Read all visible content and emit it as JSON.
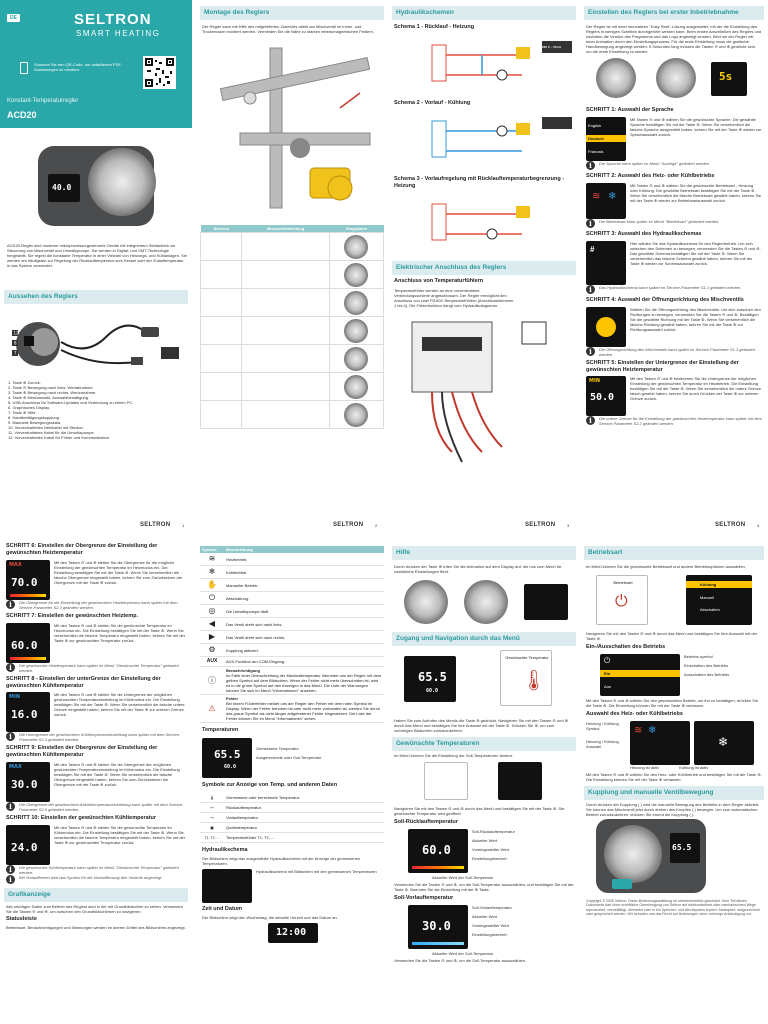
{
  "page1": {
    "lang_badge": "DE",
    "brand": "SELTRON",
    "brand_sub": "SMART HEATING",
    "qr_text": "Scannen Sie den QR-Code, um detaillierten PDF-Anweisungen zu erhalten.",
    "product_type": "Konstant-Temperaturregler",
    "product_name": "ACD20",
    "intro": "ACD20-Regler sind moderne mikroprozessorgesteuerte Geräte mit integriertem Stellantrieb zur Steuerung von Mischventil und Umwälzpumpe. Sie werden in Digital- und SMT-Technologie hergestellt. Sie regeln die konstante Temperatur in einer Vielzahl von Heizungs- und Kühlanlagen. Sie werden am häufigsten zur Regelung der Rücklauftemperatur zum Kessel oder der Zulauftemperatur in das System verwendet.",
    "device_temp": "40.0",
    "appearance_title": "Aussehen des Reglers",
    "parts": [
      "1. Taste ⊕ Zurück.",
      "2. Taste ⊖ Bewegung nach links, Wertabnahme.",
      "3. Taste ⊕ Bewegung nach rechts, Wertzunahme.",
      "4. Taste ⊛ Menüanwahl, Auswahlbestätigung.",
      "5. USB-Anschluss für Software-Updates und Verbindung zu einem PC.",
      "6. Graphisches Display.",
      "7. Taste ⊕ Hilfe.",
      "8. Handbetätigungskupplung.",
      "9. Manuelle Bewegungsskala.",
      "10. Vorverdrahtetes Netzkabel mit Stecker.",
      "11. Vorverdrahtetes Kabel für die Umwälzpumpe.",
      "12. Vorverdrahtetes Kabel für Fühler und Kommunikation."
    ],
    "mount_title": "Montage des Reglers",
    "mount_text": "Der Regler kann mit Hilfe des mitgelieferten Zubehörs direkt am Mischventil im Innen- und Trockenraum montiert werden. Vermeiden Sie die Nähe zu starken elektromagnetischen Feldern.",
    "table_headers": [
      "Schema",
      "Mischventilstellung",
      "Ringskalen"
    ],
    "hydraulic_title": "Hydraulikschemen",
    "schema1": "Schema 1 - Rücklauf - Heizung",
    "schema2": "Schema 2 - Vorlauf - Kühlung",
    "schema3": "Schema 3 - Vorlaufregelung mit Rücklauftemperaturbegrenzung - Heizung",
    "volt": "230 V ~ 50 Hz",
    "elec_title": "Elektrischer Anschluss des Reglers",
    "sensor_title": "Anschluss von Temperaturfühlern",
    "sensor_text": "Temperaturfühler werden an eine vorverdrahtete Verbindungsschiene angeschlossen. Der Regler ermöglicht den Anschluss von zwei Pt1000-Temperaturfühlern (Anschlussklemmen 1 bis 4). Die Fühlerfunktion hängt vom Hydraulikdiagramm.",
    "first_title": "Einstellen des Reglers bei erster Inbetriebnahme",
    "first_text": "Der Regler ist mit einer innovativen \"Easy Start\"-Lösung ausgestattet, mit der die Einstellung des Reglers in wenigen Schritten durchgeführt werden kann. Beim ersten Anschließen des Reglers und nachdem die Version des Programms und das Logo angezeigt wurden, führt sie der Regler mit einer Animation durch den Einstellungsprozess. Für die erste Einstellung muss die grafische Handbewegung angezeigt werden: 5 Sekunden lang müssen die Tasten ⊖ und ⊕ gedrückt sein, um die erste Einstellung zu starten.",
    "five_s": "5s",
    "step1_title": "SCHRITT 1: Auswahl der Sprache",
    "step1_text": "Mit Tasten ⊖ und ⊕ wählen Sie die gewünschte Sprache. Die gewählte Sprache bestätigen Sie mit der Taste ⊛. Wenn Sie versehentlich die falsche Sprache ausgewählt haben, kehren Sie mit der Taste ⊕ wieder zur Sprachauswahl zurück.",
    "step1_note": "Die Sprache kann später im Menü \"Anzeige\" geändert werden.",
    "languages": [
      "English",
      "Deutsch",
      "Francais"
    ],
    "step2_title": "SCHRITT 2: Auswahl des Heiz- oder Kühlbetriebs",
    "step2_text": "Mit Tasten ⊖ und ⊕ wählen Sie die gewünschte Betriebsart - Heizung oder Kühlung. Die gewählte Betriebsart bestätigen Sie mit der Taste ⊛. Wenn Sie versehentlich die falsche Betriebsart gewählt haben, kehren Sie mit der Taste ⊕ wieder zur Betriebsartauswahl zurück.",
    "step2_note": "Die Betriebsart kann später im Menü \"Betriebsart\" geändert werden.",
    "step3_title": "SCHRITT 3: Auswahl des Hydraulikschemas",
    "step3_text": "Hier wählen Sie das Hydraulikschema für den Reglerbetrieb. Um sich zwischen den Schemen zu bewegen, verwenden Sie die Tasten ⊖ und ⊕. Das gewählte Schema bestätigen Sie mit der Taste ⊛. Wenn Sie versehentlich das falsche Schema gewählt haben, kehren Sie mit der Taste ⊕ wieder zur Schemaauswahl zurück.",
    "step3_note": "Das Hydraulikschema kann später im Service-Parameter S1.1 geändert werden.",
    "step4_title": "SCHRITT 4: Auswahl der Öffnungsrichtung des Mischventils",
    "step4_text": "Wählen Sie die Öffnungsrichtung des Mischventils. Um sich zwischen den Richtungen zu bewegen, verwenden Sie die Tasten ⊖ und ⊕. Bestätigen Sie die gewählte Richtung mit der Taste ⊛. Wenn Sie versehentlich die falsche Richtung gewählt haben, kehren Sie mit der Taste ⊕ zur Richtungsauswahl zurück.",
    "step4_note": "Die Öffnungsrichtung des Mischventils kann später im Service-Parameter S1.3 geändert werden.",
    "step5_title": "SCHRITT 5: Einstellen der Untergrenze der Einstellung der gewünschten Heiztemperatur",
    "step5_text": "Mit den Tasten ⊖ und ⊕ bestimmen Sie die Untergrenze der möglichen Einstellung der gewünschten Temperatur im Heizbetrieb. Die Einstellung bestätigen Sie mit der Taste ⊛. Wenn Sie versehentlich die untere Grenze falsch gesetzt haben, kehren Sie durch Drücken der Taste ⊕ zur unteren Grenze zurück.",
    "step5_note": "Die untere Grenze für die Einstellung der gewünschten Heiztemperatur kann später mit dem Service-Parameter S2.2 geändert werden.",
    "min_label": "MIN",
    "step5_val": "50.0"
  },
  "page2": {
    "step6_title": "SCHRITT 6: Einstellen der Obergrenze der Einstellung der gewünschten Heiztemperatur",
    "step6_text": "Mit den Tasten ⊖ und ⊕ stellen Sie die Obergrenze für die mögliche Einstellung der gewünschten Temperatur im Heizmodus ein. Die Einstellung bestätigen Sie mit der Taste ⊛. Wenn Sie versehentlich die falsche Obergrenze eingestellt haben, kehren Sie zum Zurücksetzen der Obergrenze mit der Taste ⊕ zurück.",
    "step6_note": "Die Obergrenze für die Einstellung der gewünschten Heiztemperatur kann später mit dem Service-Parameter S2.3 geändert werden.",
    "max_label": "MAX",
    "step6_val": "70.0",
    "step7_title": "SCHRITT 7: Einstellen der gewünschten Heiztemp.",
    "step7_text": "Mit den Tasten ⊖ und ⊕ stellen Sie die gewünschte Temperatur im Heizmodus ein. Die Einstellung bestätigen Sie mit der Taste ⊛. Wenn Sie versehentlich die falsche Temperatur eingestellt haben, kehren Sie mit der Taste ⊕ zur gewünschten Temperatur zurück.",
    "step7_note": "Die gewünschte Heiztemperatur kann später im Menü \"Gewünschte Temperatur\" geändert werden.",
    "step7_val": "60.0",
    "step8_title": "SCHRITT 8 - Einstellen der unterGrenze der Einstellung der gewünschten Kühltemperatur",
    "step8_text": "Mit den Tasten ⊖ und ⊕ stellen Sie die Untergrenze der möglichen gewünschten Temperatureinstellung im Kühlmodus ein. Die Einstellung bestätigen Sie mit der Taste ⊛. Wenn Sie versehentlich die falsche untere Grenze eingestellt haben, kehren Sie mit der Taste ⊕ zur unteren Grenze zurück.",
    "step8_note": "Die Untergrenze der gewünschten Kühltemperatureinstellung kann später mit dem Service-Parameter S2.4 geändert werden.",
    "step8_val": "16.0",
    "step9_title": "SCHRITT 9: Einstellen der Obergrenze der Einstellung der gewünschten Kühltemperatur",
    "step9_text": "Mit den Tasten ⊖ und ⊕ stellen Sie die Obergrenze der möglichen gewünschten Temperatureinstellung im Kühlmodus ein. Die Einstellung bestätigen Sie mit der Taste ⊛. Wenn Sie versehentlich die falsche Obergrenze eingestellt haben, kehren Sie zum Zurücksetzen der Obergrenze mit der Taste ⊕ zurück.",
    "step9_note": "Die Obergrenze der gewünschten Abkühltemperatureinstellung kann später mit dem Service-Parameter S2.5 geändert werden.",
    "step9_val": "30.0",
    "step10_title": "SCHRITT 10: Einstellen der gewünschten Kühltemperatur",
    "step10_text": "Mit den Tasten ⊖ und ⊕ stellen Sie die gewünschte Temperatur im Kühlmodus ein. Die Einstellung bestätigen Sie mit der Taste ⊛. Wenn Sie versehentlich die falsche Temperatur eingestellt haben, kehren Sie mit der Taste ⊕ zur gewünschten Temperatur zurück.",
    "step10_note": "Die gewünschte Kühltemperatur kann später im Menü \"Gewünschte Temperatur\" geändert werden.",
    "step10_val": "24.0",
    "final_note": "Bei Vorlauffernen wird das Symbol für die Vorlauffernung des Vorlaufs angezeigt.",
    "graphic_title": "Grafikanzeige",
    "graphic_text": "Alle wichtigen Daten zum Betrieb des Reglers sind in der mit Grundbildschirm zu sehen. Verwenden Sie die Tasten ⊖ und ⊕, um zwischen den Grundbildschirmen zu navigieren.",
    "status_title": "Statusleiste",
    "status_text": "Betriebsart, Benachrichtigungen und Warnungen werden im oberen Drittel des Bildschirms angezeigt.",
    "sym_headers": [
      "Symbol",
      "Beschreibung"
    ],
    "symbols": [
      {
        "icon": "≋",
        "text": "Heizbetrieb."
      },
      {
        "icon": "❄",
        "text": "Kühlbetrieb."
      },
      {
        "icon": "✋",
        "text": "Manueller Betrieb."
      },
      {
        "icon": "⏻",
        "text": "Abschaltung."
      },
      {
        "icon": "◎",
        "text": "Die Umwälzpumpe läuft."
      },
      {
        "icon": "◀",
        "text": "Das Ventil dreht sich nach links."
      },
      {
        "icon": "▶",
        "text": "Das Ventil dreht sich nach rechts."
      },
      {
        "icon": "⚙",
        "text": "Kupplung aktiviert."
      },
      {
        "icon": "AUX",
        "text": "AUX-Funktion am COM-Eingang."
      }
    ],
    "notif_title": "Benachrichtigung",
    "notif_text": "Im Falle einer Überschreitung der Maximaltemperatur informiert uns der Regler mit dem gelben Symbol auf dem Bildschirm. Wenn der Fehler nicht mehr überschritten ist, wird es in die grüne Symbol auf den Anzeigen in das Menü. Die Liste der Warnungen können Sie sich im Menü \"Informationen\" ansehen.",
    "error_title": "Fehler",
    "error_text": "Bei einem Fühlerfehler meldet uns der Regler den Fehler mit dem roten Symbol im Display. Wenn der Fehler behoben ist oder nicht mehr vorhanden ist, werden Sie durch das graue Symbol als nicht länger aufgetretener Fehler hingewiesen. Die Liste der Fehler können Sie im Menü \"Informationen\" sehen.",
    "temps_title": "Temperaturen",
    "temps_val": "65.5",
    "temps_val2": "60.0",
    "temps_labels": [
      "Gemessene Temperatur",
      "Ausgerechnete oder Soll-Temperatur"
    ],
    "sym_temp_title": "Symbole zur Anzeige von Temp. und anderen Daten",
    "sym_temp": [
      {
        "icon": "🌡",
        "text": "Gemessene oder berechnete Temperatur."
      },
      {
        "icon": "↩",
        "text": "Rücklauftemperatur."
      },
      {
        "icon": "↪",
        "text": "Vorlauftemperatur."
      },
      {
        "icon": "▣",
        "text": "Quelletemperatur."
      },
      {
        "icon": "T1, T2, ...",
        "text": "Temperaturfühler T1, T2, ..."
      }
    ],
    "hydr_title": "Hydraulikschema",
    "hydr_text": "Der Bildschirm zeigt das ausgewählte Hydraulikschema mit der Anzeige der gemessenen Temperaturen.",
    "hydr_labels": [
      "Hydraulikschema mit Bildschirm mit den gemessenen Temperaturen"
    ],
    "zeit_title": "Zeit und Datum",
    "zeit_text": "Der Bildschirm zeigt den Wochentag, die aktuelle Uhrzeit und das Datum an.",
    "zeit_val": "12:00"
  },
  "page3": {
    "help_title": "Hilfe",
    "help_text": "Durch drücken der Taste ⊕ rufen Sie die Animation auf dem Display auf, die uns zum Menü für zusätzliche Einstellungen führt.",
    "nav_title": "Zugang und Navigation durch das Menü",
    "menu_label": "Gewünschte Temperatur",
    "nav_val": "65.5",
    "nav_val2": "60.0",
    "nav_text": "Haben Sie zum Aufrufen des Menüs die Taste ⊛ gedrückt. Navigieren Sie mit den Tasten ⊖ und ⊕ durch das Menü und bestätigen Sie Ihre Auswahl mit der Taste ⊛. Drücken Sie ⊕, um zum vorherigen Bildschirm zurückzukehren.",
    "des_title": "Gewünschte Temperaturen",
    "des_text": "Im Menü können Sie die Einstellung der Soll-Temperaturen ändern.",
    "des_text2": "Navigieren Sie mit den Tasten ⊖ und ⊕ durch das Menü und bestätigen Sie mit der Taste ⊛. Die gewünschte Temperatur wird geöffnet.",
    "ret_title": "Soll-Rücklauftemperatur",
    "ret_val": "60.0",
    "ret_labels": [
      "Soll-Rücklauftemperatur",
      "Aktueller Wert",
      "Voreingestellter Wert",
      "Einstellungsbereich"
    ],
    "ret_bottom": "Aktueller Wert der Soll-Temperatur",
    "ret_text": "Verwenden Sie die Tasten ⊖ und ⊕, um die Soll-Temperatur auszuwählen, und bestätigen Sie mit der Taste ⊛. Beenden Sie die Einstellung mit der ⊕ Taste.",
    "sup_title": "Soll-Vorlauftemperatur",
    "sup_val": "30.0",
    "sup_labels": [
      "Soll-Vorlauftemperatur",
      "Aktueller Wert",
      "Voreingestellter Wert",
      "Einstellungsbereich"
    ],
    "sup_bottom": "Aktueller Wert der Soll-Temperatur",
    "sup_text": "Verwenden Sie die Tasten ⊖ und ⊕, um die Soll-Temperatur auszuwählen."
  },
  "page4": {
    "mode_title": "Betriebsart",
    "mode_text": "Im Menü können Sie die gewünschte Betriebsart und andere Betriebsoptionen auswählen.",
    "mode_menu_label": "Betriebsart",
    "mode_items": [
      "Kühlung",
      "Manuell",
      "Abschalten"
    ],
    "mode_nav": "Navigieren Sie mit den Tasten ⊖ und ⊕ durch das Menü und bestätigen Sie Ihre Auswahl mit der Taste ⊛.",
    "onoff_title": "Ein-/Ausschalten des Betriebs",
    "onoff_labels": [
      "Betriebs-symbol",
      "Einschalten des Betriebs",
      "Ausschalten des Betriebs"
    ],
    "onoff_items": [
      "Ein",
      "Aus"
    ],
    "onoff_text": "Mit den Tasten ⊖ und ⊕ wählen Sie den gewünschten Betrieb, um ihn zu bestätigen, drücken Sie die Taste ⊛. Die Einstellung können Sie mit der Taste ⊕ verlassen.",
    "hc_title": "Auswahl des Heiz- oder Kühlbetriebs",
    "hc_labels": [
      "Heizung / Kühlung Symbol",
      "Heizung / Kühlung Auswahl",
      "Heizung ist aktiv",
      "Kühlung ist aktiv"
    ],
    "hc_text": "Mit den Tasten ⊖ und ⊕ wählen Sie den Heiz- oder Kühlbetrieb und bestätigen Sie mit der Taste ⊛. Die Einstellung können Sie mit der Taste ⊕ verlassen.",
    "clutch_title": "Kupplung und manuelle Ventilbewegung",
    "clutch_text": "Durch drücken der Kupplung ( ) wird die manuelle Bewegung des Betriebs in dem Regler aktiviert. Sie können das Mischventil jetzt durch drehen des Knopfes ( ) bewegen. Um zum automatischen Betrieb zurückzukehren, drücken Sie erneut die Kupplung ( ).",
    "clutch_val": "65.5",
    "copyright": "Copyright © 2025 Seltron. Diese Bedienungsanleitung ist urheberrechtlich geschützt. Kein Teil dieses Dokuments darf ohne schriftliche Genehmigung von Seltron auf elektronischem oder mechanischem Wege reproduziert, vervielfältigt, übersetzt oder in ein Speicher- und Abrufsystem kopiert, fotokopiert, aufgezeichnet oder gespeichert werden. Wir behalten uns das Recht auf Änderungen ohne vorherige Ankündigung vor."
  },
  "footer": {
    "brand": "SELTRON",
    "pages": [
      "1",
      "2",
      "3",
      "4"
    ]
  }
}
